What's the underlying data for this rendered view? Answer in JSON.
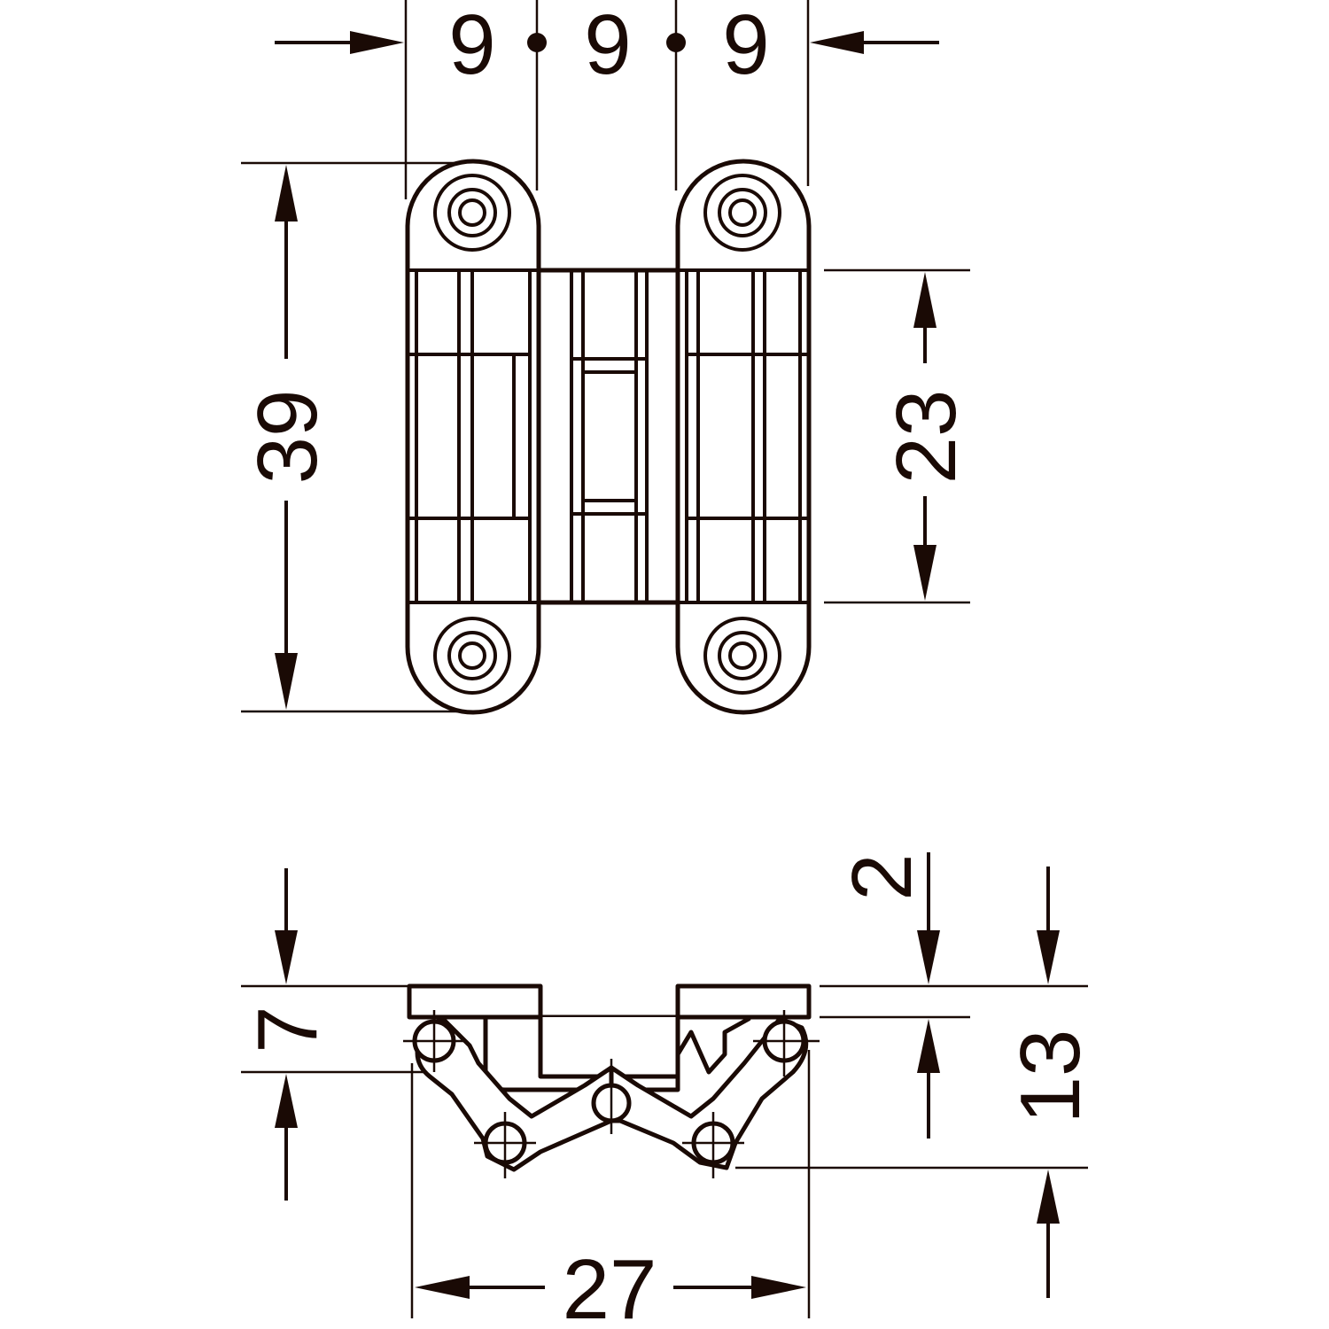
{
  "drawing": {
    "top_view": {
      "width_segments": [
        "9",
        "9",
        "9"
      ],
      "height_total": "39",
      "body_height": "23"
    },
    "side_view": {
      "depth_left": "7",
      "offset_top": "2",
      "depth_total": "13",
      "width_total": "27"
    }
  },
  "colors": {
    "line": "#1a0a05",
    "background": "#ffffff"
  }
}
